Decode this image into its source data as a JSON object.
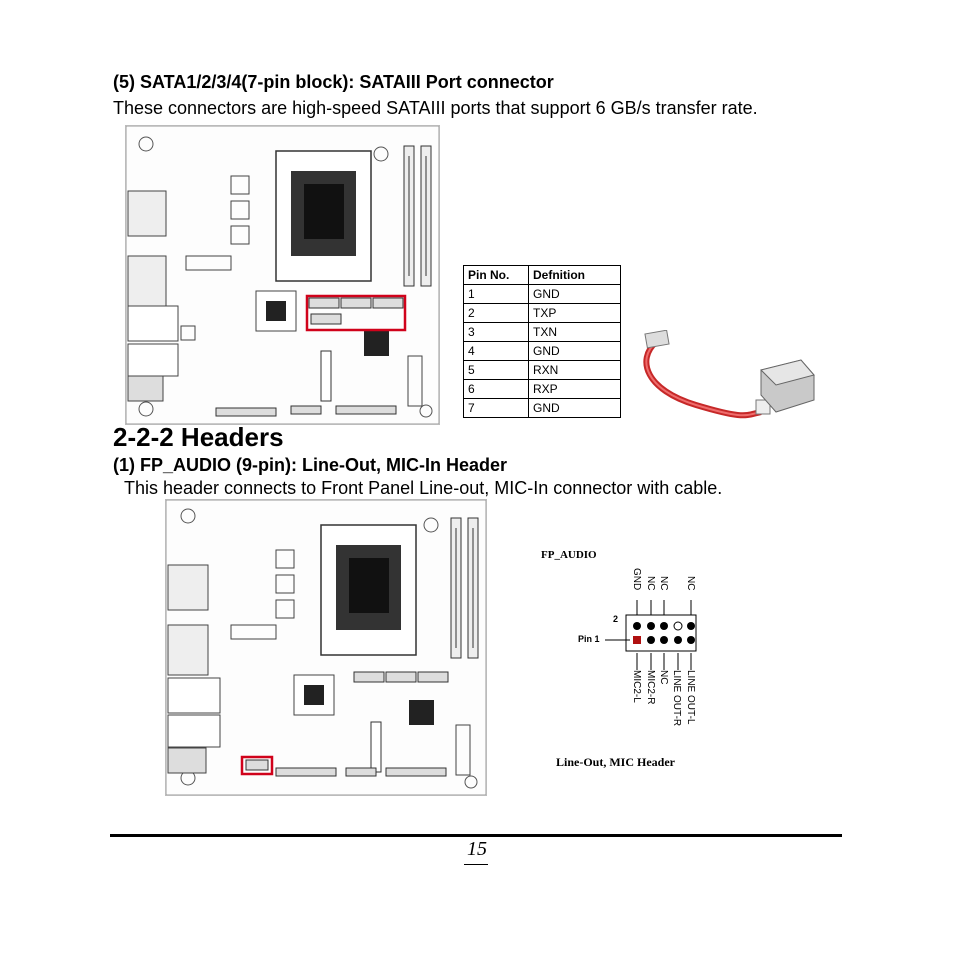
{
  "sata": {
    "heading": "(5) SATA1/2/3/4(7-pin block): SATAIII Port connector",
    "description": "These connectors are high-speed SATAIII ports that support 6 GB/s transfer rate.",
    "table": {
      "headers": [
        "Pin No.",
        "Defnition"
      ],
      "rows": [
        [
          "1",
          "GND"
        ],
        [
          "2",
          "TXP"
        ],
        [
          "3",
          "TXN"
        ],
        [
          "4",
          "GND"
        ],
        [
          "5",
          "RXN"
        ],
        [
          "6",
          "RXP"
        ],
        [
          "7",
          "GND"
        ]
      ]
    }
  },
  "headers_section": {
    "title": "2-2-2 Headers"
  },
  "fp_audio": {
    "heading": "(1) FP_AUDIO  (9-pin): Line-Out, MIC-In Header",
    "description": "This header connects to Front Panel Line-out, MIC-In connector with cable.",
    "diagram": {
      "title": "FP_AUDIO",
      "pin2_label": "2",
      "pin1_label": "Pin 1",
      "top_labels": [
        "GND",
        "NC",
        "NC",
        "NC"
      ],
      "bottom_labels": [
        "MIC2-L",
        "MIC2-R",
        "NC",
        "LINE OUT-R",
        "LINE OUT-L"
      ],
      "caption": "Line-Out, MIC Header"
    }
  },
  "footer": {
    "page_number": "15"
  },
  "colors": {
    "highlight": "#d0021b",
    "cable": "#c62828"
  }
}
